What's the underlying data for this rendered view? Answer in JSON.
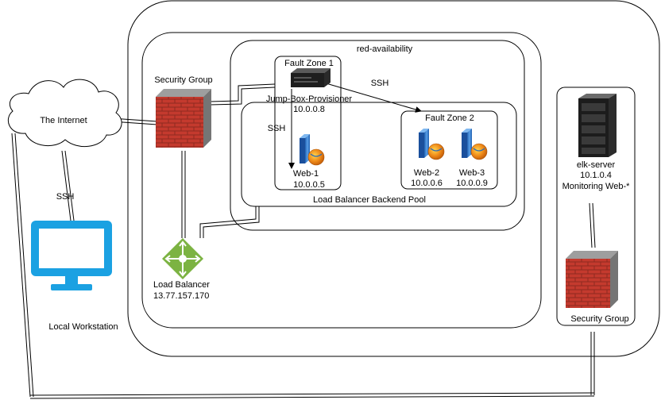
{
  "labels": {
    "internet": "The Internet",
    "ssh_left": "SSH",
    "local_workstation": "Local Workstation",
    "security_group_left": "Security Group",
    "load_balancer": "Load Balancer",
    "load_balancer_ip": "13.77.157.170",
    "red_availability": "red-availability",
    "fault_zone_1": "Fault Zone 1",
    "fault_zone_2": "Fault Zone 2",
    "jump_box": "Jump-Box-Provisioner",
    "jump_box_ip": "10.0.0.8",
    "ssh_top": "SSH",
    "ssh_inner": "SSH",
    "web1": "Web-1",
    "web1_ip": "10.0.0.5",
    "web2": "Web-2",
    "web2_ip": "10.0.0.6",
    "web3": "Web-3",
    "web3_ip": "10.0.0.9",
    "backend_pool": "Load Balancer Backend Pool",
    "elk_server": "elk-server",
    "elk_ip": "10.1.0.4",
    "monitoring": "Monitoring Web-*",
    "security_group_right": "Security Group"
  },
  "icons": {
    "cloud": "cloud-icon",
    "monitor": "monitor-icon",
    "firewall": "firewall-icon",
    "load_balancer": "load-balancer-icon",
    "server": "server-icon",
    "web_server": "web-server-icon",
    "rack": "server-rack-icon"
  },
  "colors": {
    "brick": "#c0392b",
    "monitor_blue": "#1ba1e2",
    "lb_green": "#7cb342",
    "line": "#000000"
  }
}
